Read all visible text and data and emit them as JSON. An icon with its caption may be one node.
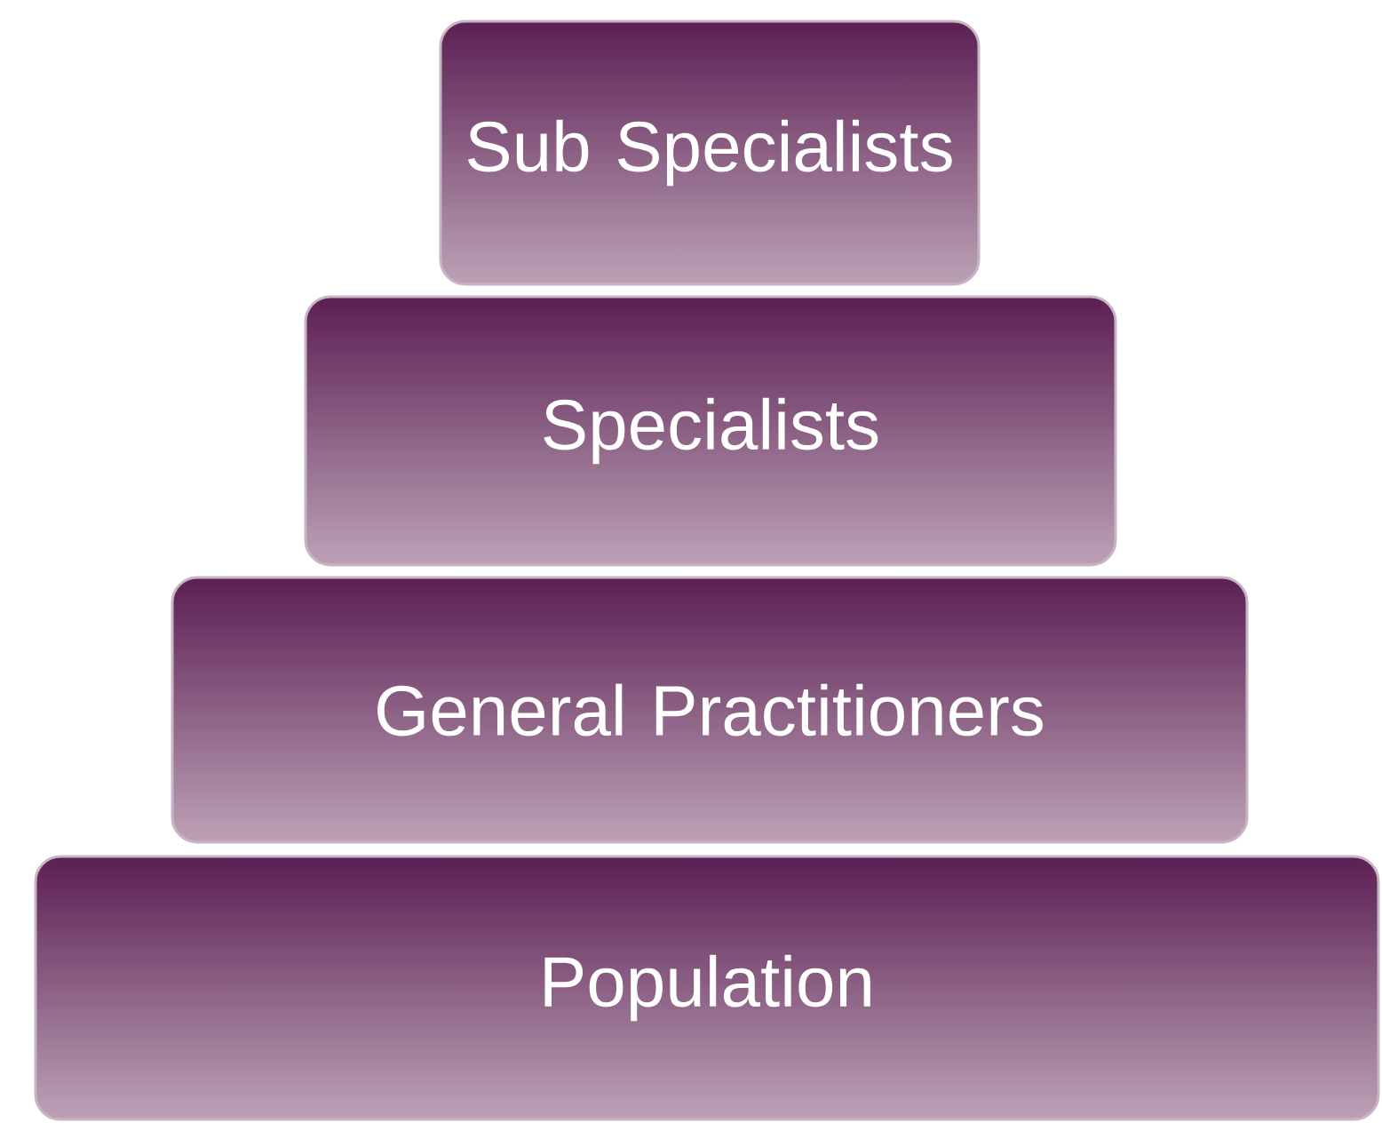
{
  "diagram": {
    "nodes": [
      {
        "text": [
          "Sub Specialists"
        ]
      },
      {
        "text": [
          "Specialists"
        ]
      },
      {
        "text": [
          "General Practitioners"
        ]
      },
      {
        "text": [
          "Population"
        ]
      }
    ]
  }
}
